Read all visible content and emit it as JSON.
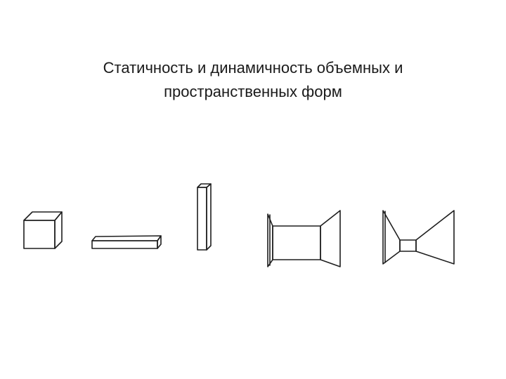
{
  "title": {
    "line1": "Статичность и динамичность объемных и",
    "line2": "пространственных форм"
  },
  "figures": [
    {
      "name": "cube-figure"
    },
    {
      "name": "horizontal-bar-figure"
    },
    {
      "name": "vertical-column-figure"
    },
    {
      "name": "opened-box-figure"
    },
    {
      "name": "bowtie-figure"
    }
  ]
}
